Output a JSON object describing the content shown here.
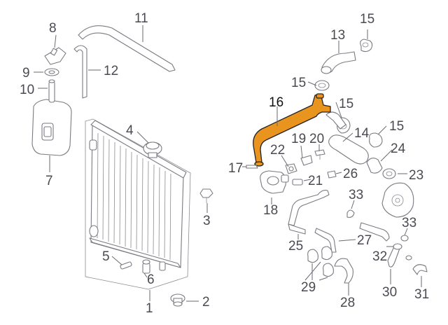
{
  "diagram": {
    "highlighted_part": "16",
    "highlight_color": "#e8941e",
    "line_color": "#7a7a82",
    "callouts": {
      "c1": "1",
      "c2": "2",
      "c3": "3",
      "c4": "4",
      "c5": "5",
      "c6": "6",
      "c7": "7",
      "c8": "8",
      "c9": "9",
      "c10": "10",
      "c11": "11",
      "c12": "12",
      "c13": "13",
      "c14": "14",
      "c15a": "15",
      "c15b": "15",
      "c15c": "15",
      "c15d": "15",
      "c16": "16",
      "c17": "17",
      "c18": "18",
      "c19": "19",
      "c20": "20",
      "c21": "21",
      "c22": "22",
      "c23": "23",
      "c24": "24",
      "c25": "25",
      "c26": "26",
      "c27": "27",
      "c28": "28",
      "c29": "29",
      "c30": "30",
      "c31": "31",
      "c32": "32",
      "c33a": "33",
      "c33b": "33"
    }
  }
}
